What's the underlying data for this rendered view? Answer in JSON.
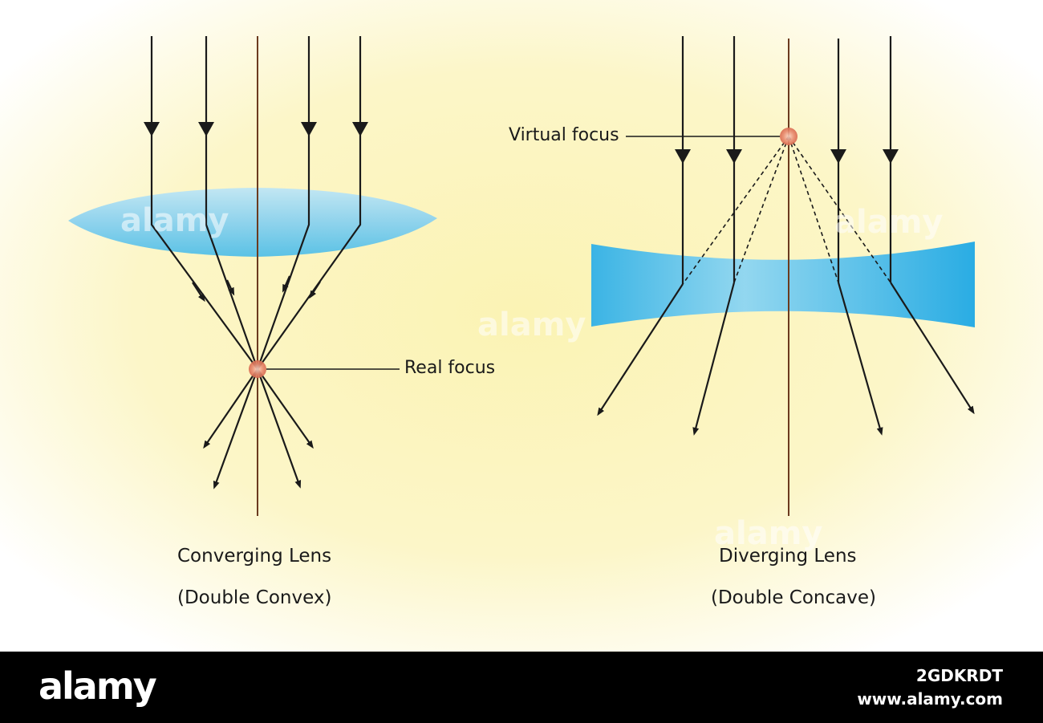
{
  "labels": {
    "real_focus": "Real focus",
    "virtual_focus": "Virtual focus",
    "converging_title": "Converging Lens",
    "converging_subtitle": "(Double Convex)",
    "diverging_title": "Diverging Lens",
    "diverging_subtitle": "(Double Concave)"
  },
  "watermark": {
    "brand": "alamy",
    "image_id": "2GDKRDT",
    "url": "www.alamy.com"
  },
  "colors": {
    "background_glow": "#fbf3b4",
    "lens": "#3fb7e6",
    "ray": "#1a1a1a",
    "axis": "#6b3a1f",
    "focus_point": "#e8896e",
    "footer": "#000000"
  }
}
